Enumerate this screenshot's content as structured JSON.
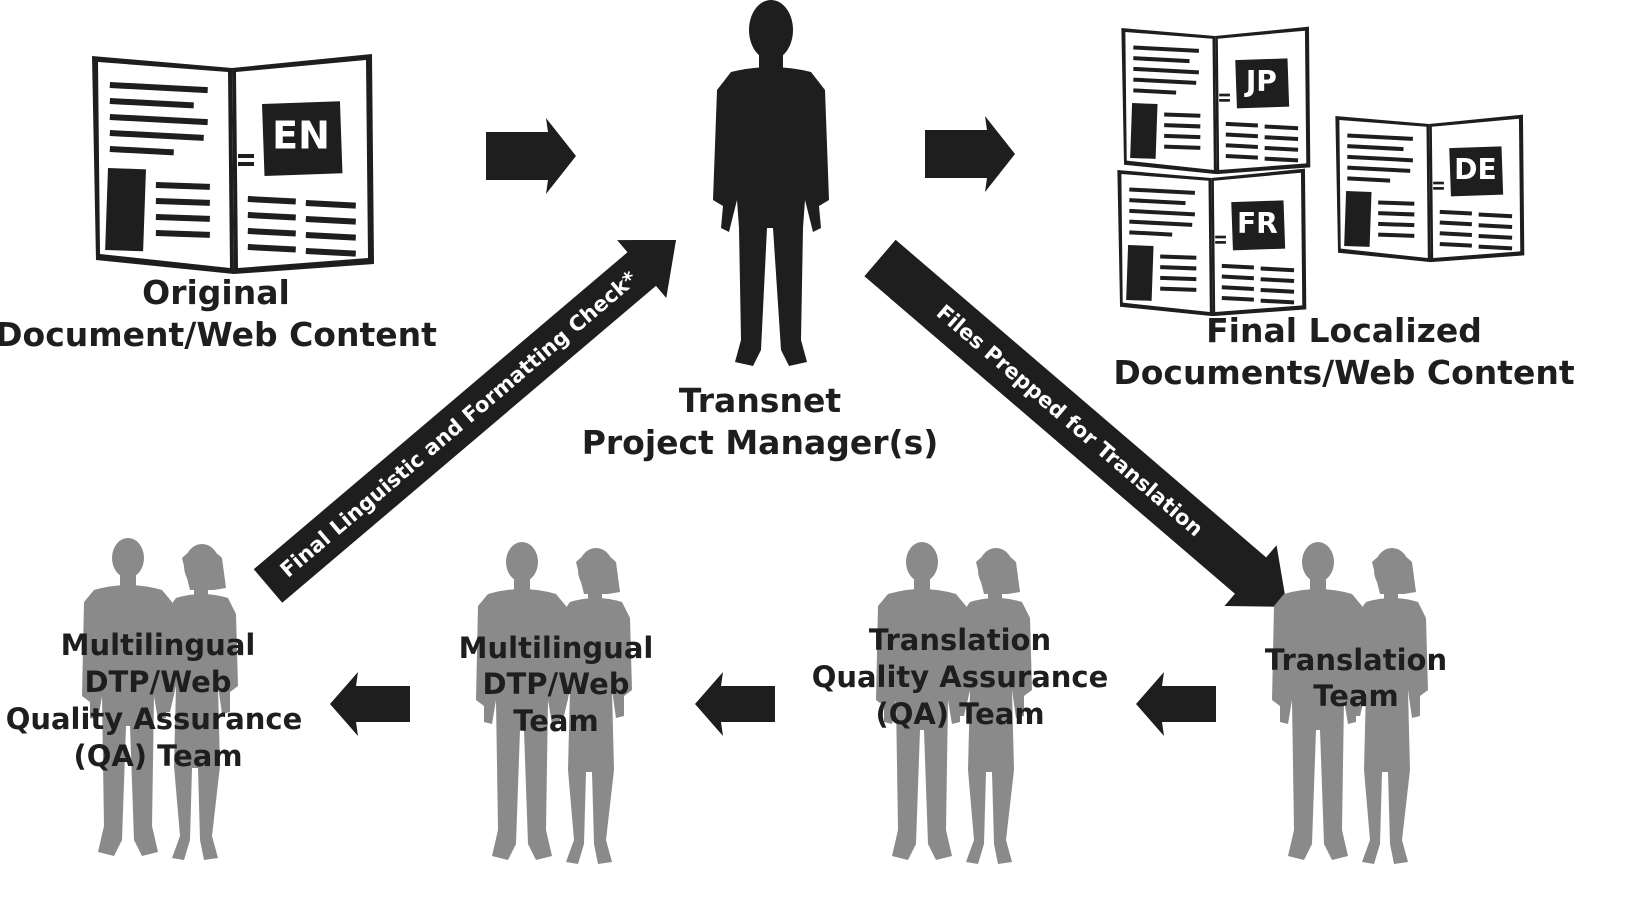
{
  "labels": {
    "original_line1": "Original",
    "original_line2": "Document/Web Content",
    "pm_line1": "Transnet",
    "pm_line2": "Project Manager(s)",
    "final_line1": "Final Localized",
    "final_line2": "Documents/Web Content",
    "team_translation": [
      "Translation",
      "Team"
    ],
    "team_translation_qa": [
      "Translation",
      "Quality Assurance",
      "(QA) Team"
    ],
    "team_dtp": [
      "Multilingual",
      "DTP/Web",
      "Team"
    ],
    "team_dtp_qa": [
      "Multilingual",
      "DTP/Web",
      "Quality Assurance",
      "(QA) Team"
    ]
  },
  "arrows": {
    "to_translation": "Files Prepped for Translation",
    "final_check": "Final Linguistic and Formatting Check*"
  },
  "documents": {
    "original": "EN",
    "localized": [
      "JP",
      "FR",
      "DE"
    ]
  },
  "colors": {
    "dark": "#1e1e1e",
    "silhouette_gray": "#8a8a8a",
    "background": "#ffffff"
  }
}
